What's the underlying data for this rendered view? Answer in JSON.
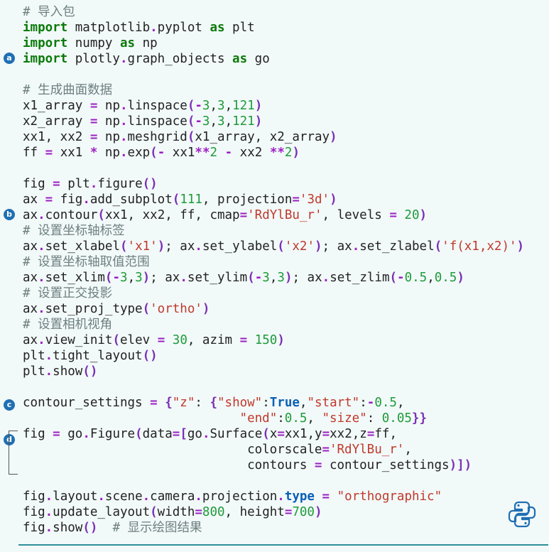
{
  "markers": {
    "a": "a",
    "b": "b",
    "c": "c",
    "d": "d"
  },
  "lines": [
    [
      [
        "cm",
        "# 导入包"
      ]
    ],
    [
      [
        "kw",
        "import"
      ],
      [
        "t",
        " matplotlib"
      ],
      [
        "op",
        "."
      ],
      [
        "t",
        "pyplot "
      ],
      [
        "kw",
        "as"
      ],
      [
        "t",
        " plt"
      ]
    ],
    [
      [
        "kw",
        "import"
      ],
      [
        "t",
        " numpy "
      ],
      [
        "kw",
        "as"
      ],
      [
        "t",
        " np"
      ]
    ],
    [
      [
        "kw",
        "import"
      ],
      [
        "t",
        " plotly"
      ],
      [
        "op",
        "."
      ],
      [
        "t",
        "graph_objects "
      ],
      [
        "kw",
        "as"
      ],
      [
        "t",
        " go"
      ]
    ],
    [],
    [
      [
        "cm",
        "# 生成曲面数据"
      ]
    ],
    [
      [
        "t",
        "x1_array "
      ],
      [
        "op",
        "="
      ],
      [
        "t",
        " np"
      ],
      [
        "op",
        "."
      ],
      [
        "t",
        "linspace"
      ],
      [
        "bl",
        "("
      ],
      [
        "op",
        "-"
      ],
      [
        "num",
        "3"
      ],
      [
        "t",
        ","
      ],
      [
        "num",
        "3"
      ],
      [
        "t",
        ","
      ],
      [
        "num",
        "121"
      ],
      [
        "bl",
        ")"
      ]
    ],
    [
      [
        "t",
        "x2_array "
      ],
      [
        "op",
        "="
      ],
      [
        "t",
        " np"
      ],
      [
        "op",
        "."
      ],
      [
        "t",
        "linspace"
      ],
      [
        "bl",
        "("
      ],
      [
        "op",
        "-"
      ],
      [
        "num",
        "3"
      ],
      [
        "t",
        ","
      ],
      [
        "num",
        "3"
      ],
      [
        "t",
        ","
      ],
      [
        "num",
        "121"
      ],
      [
        "bl",
        ")"
      ]
    ],
    [
      [
        "t",
        "xx1, xx2 "
      ],
      [
        "op",
        "="
      ],
      [
        "t",
        " np"
      ],
      [
        "op",
        "."
      ],
      [
        "t",
        "meshgrid"
      ],
      [
        "bl",
        "("
      ],
      [
        "t",
        "x1_array, x2_array"
      ],
      [
        "bl",
        ")"
      ]
    ],
    [
      [
        "t",
        "ff "
      ],
      [
        "op",
        "="
      ],
      [
        "t",
        " xx1 "
      ],
      [
        "op",
        "*"
      ],
      [
        "t",
        " np"
      ],
      [
        "op",
        "."
      ],
      [
        "t",
        "exp"
      ],
      [
        "bl",
        "("
      ],
      [
        "op",
        "-"
      ],
      [
        "t",
        " xx1"
      ],
      [
        "op",
        "**"
      ],
      [
        "num",
        "2"
      ],
      [
        "t",
        " "
      ],
      [
        "op",
        "-"
      ],
      [
        "t",
        " xx2 "
      ],
      [
        "op",
        "**"
      ],
      [
        "num",
        "2"
      ],
      [
        "bl",
        ")"
      ]
    ],
    [],
    [
      [
        "t",
        "fig "
      ],
      [
        "op",
        "="
      ],
      [
        "t",
        " plt"
      ],
      [
        "op",
        "."
      ],
      [
        "t",
        "figure"
      ],
      [
        "bl",
        "()"
      ]
    ],
    [
      [
        "t",
        "ax "
      ],
      [
        "op",
        "="
      ],
      [
        "t",
        " fig"
      ],
      [
        "op",
        "."
      ],
      [
        "t",
        "add_subplot"
      ],
      [
        "bl",
        "("
      ],
      [
        "num",
        "111"
      ],
      [
        "t",
        ", projection"
      ],
      [
        "op",
        "="
      ],
      [
        "str",
        "'3d'"
      ],
      [
        "bl",
        ")"
      ]
    ],
    [
      [
        "t",
        "ax"
      ],
      [
        "op",
        "."
      ],
      [
        "t",
        "contour"
      ],
      [
        "bl",
        "("
      ],
      [
        "t",
        "xx1, xx2, ff, cmap"
      ],
      [
        "op",
        "="
      ],
      [
        "str",
        "'RdYlBu_r'"
      ],
      [
        "t",
        ", levels "
      ],
      [
        "op",
        "="
      ],
      [
        "t",
        " "
      ],
      [
        "num",
        "20"
      ],
      [
        "bl",
        ")"
      ]
    ],
    [
      [
        "cm",
        "# 设置坐标轴标签"
      ]
    ],
    [
      [
        "t",
        "ax"
      ],
      [
        "op",
        "."
      ],
      [
        "t",
        "set_xlabel"
      ],
      [
        "bl",
        "("
      ],
      [
        "str",
        "'x1'"
      ],
      [
        "bl",
        ")"
      ],
      [
        "t",
        "; ax"
      ],
      [
        "op",
        "."
      ],
      [
        "t",
        "set_ylabel"
      ],
      [
        "bl",
        "("
      ],
      [
        "str",
        "'x2'"
      ],
      [
        "bl",
        ")"
      ],
      [
        "t",
        "; ax"
      ],
      [
        "op",
        "."
      ],
      [
        "t",
        "set_zlabel"
      ],
      [
        "bl",
        "("
      ],
      [
        "str",
        "'f(x1,x2)'"
      ],
      [
        "bl",
        ")"
      ]
    ],
    [
      [
        "cm",
        "# 设置坐标轴取值范围"
      ]
    ],
    [
      [
        "t",
        "ax"
      ],
      [
        "op",
        "."
      ],
      [
        "t",
        "set_xlim"
      ],
      [
        "bl",
        "("
      ],
      [
        "op",
        "-"
      ],
      [
        "num",
        "3"
      ],
      [
        "t",
        ","
      ],
      [
        "num",
        "3"
      ],
      [
        "bl",
        ")"
      ],
      [
        "t",
        "; ax"
      ],
      [
        "op",
        "."
      ],
      [
        "t",
        "set_ylim"
      ],
      [
        "bl",
        "("
      ],
      [
        "op",
        "-"
      ],
      [
        "num",
        "3"
      ],
      [
        "t",
        ","
      ],
      [
        "num",
        "3"
      ],
      [
        "bl",
        ")"
      ],
      [
        "t",
        "; ax"
      ],
      [
        "op",
        "."
      ],
      [
        "t",
        "set_zlim"
      ],
      [
        "bl",
        "("
      ],
      [
        "op",
        "-"
      ],
      [
        "num",
        "0.5"
      ],
      [
        "t",
        ","
      ],
      [
        "num",
        "0.5"
      ],
      [
        "bl",
        ")"
      ]
    ],
    [
      [
        "cm",
        "# 设置正交投影"
      ]
    ],
    [
      [
        "t",
        "ax"
      ],
      [
        "op",
        "."
      ],
      [
        "t",
        "set_proj_type"
      ],
      [
        "bl",
        "("
      ],
      [
        "str",
        "'ortho'"
      ],
      [
        "bl",
        ")"
      ]
    ],
    [
      [
        "cm",
        "# 设置相机视角"
      ]
    ],
    [
      [
        "t",
        "ax"
      ],
      [
        "op",
        "."
      ],
      [
        "t",
        "view_init"
      ],
      [
        "bl",
        "("
      ],
      [
        "t",
        "elev "
      ],
      [
        "op",
        "="
      ],
      [
        "t",
        " "
      ],
      [
        "num",
        "30"
      ],
      [
        "t",
        ", azim "
      ],
      [
        "op",
        "="
      ],
      [
        "t",
        " "
      ],
      [
        "num",
        "150"
      ],
      [
        "bl",
        ")"
      ]
    ],
    [
      [
        "t",
        "plt"
      ],
      [
        "op",
        "."
      ],
      [
        "t",
        "tight_layout"
      ],
      [
        "bl",
        "()"
      ]
    ],
    [
      [
        "t",
        "plt"
      ],
      [
        "op",
        "."
      ],
      [
        "t",
        "show"
      ],
      [
        "bl",
        "()"
      ]
    ],
    [],
    [
      [
        "t",
        "contour_settings "
      ],
      [
        "op",
        "="
      ],
      [
        "t",
        " "
      ],
      [
        "bl",
        "{"
      ],
      [
        "str",
        "\"z\""
      ],
      [
        "t",
        ": "
      ],
      [
        "bl",
        "{"
      ],
      [
        "str",
        "\"show\""
      ],
      [
        "t",
        ":"
      ],
      [
        "kw2",
        "True"
      ],
      [
        "t",
        ","
      ],
      [
        "str",
        "\"start\""
      ],
      [
        "t",
        ":"
      ],
      [
        "op",
        "-"
      ],
      [
        "num",
        "0.5"
      ],
      [
        "t",
        ","
      ]
    ],
    [
      [
        "t",
        "                             "
      ],
      [
        "str",
        "\"end\""
      ],
      [
        "t",
        ":"
      ],
      [
        "num",
        "0.5"
      ],
      [
        "t",
        ", "
      ],
      [
        "str",
        "\"size\""
      ],
      [
        "t",
        ": "
      ],
      [
        "num",
        "0.05"
      ],
      [
        "bl",
        "}}"
      ]
    ],
    [
      [
        "t",
        "fig "
      ],
      [
        "op",
        "="
      ],
      [
        "t",
        " go"
      ],
      [
        "op",
        "."
      ],
      [
        "t",
        "Figure"
      ],
      [
        "bl",
        "("
      ],
      [
        "t",
        "data"
      ],
      [
        "op",
        "="
      ],
      [
        "bl",
        "["
      ],
      [
        "t",
        "go"
      ],
      [
        "op",
        "."
      ],
      [
        "t",
        "Surface"
      ],
      [
        "bl",
        "("
      ],
      [
        "t",
        "x"
      ],
      [
        "op",
        "="
      ],
      [
        "t",
        "xx1,y"
      ],
      [
        "op",
        "="
      ],
      [
        "t",
        "xx2,z"
      ],
      [
        "op",
        "="
      ],
      [
        "t",
        "ff,"
      ]
    ],
    [
      [
        "t",
        "                              colorscale"
      ],
      [
        "op",
        "="
      ],
      [
        "str",
        "'RdYlBu_r'"
      ],
      [
        "t",
        ","
      ]
    ],
    [
      [
        "t",
        "                              contours "
      ],
      [
        "op",
        "="
      ],
      [
        "t",
        " contour_settings"
      ],
      [
        "bl",
        ")])"
      ]
    ],
    [],
    [
      [
        "t",
        "fig"
      ],
      [
        "op",
        "."
      ],
      [
        "t",
        "layout"
      ],
      [
        "op",
        "."
      ],
      [
        "t",
        "scene"
      ],
      [
        "op",
        "."
      ],
      [
        "t",
        "camera"
      ],
      [
        "op",
        "."
      ],
      [
        "t",
        "projection"
      ],
      [
        "op",
        "."
      ],
      [
        "kw2",
        "type"
      ],
      [
        "t",
        " "
      ],
      [
        "op",
        "="
      ],
      [
        "t",
        " "
      ],
      [
        "str",
        "\"orthographic\""
      ]
    ],
    [
      [
        "t",
        "fig"
      ],
      [
        "op",
        "."
      ],
      [
        "t",
        "update_layout"
      ],
      [
        "bl",
        "("
      ],
      [
        "t",
        "width"
      ],
      [
        "op",
        "="
      ],
      [
        "num",
        "800"
      ],
      [
        "t",
        ", height"
      ],
      [
        "op",
        "="
      ],
      [
        "num",
        "700"
      ],
      [
        "bl",
        ")"
      ]
    ],
    [
      [
        "t",
        "fig"
      ],
      [
        "op",
        "."
      ],
      [
        "t",
        "show"
      ],
      [
        "bl",
        "()"
      ],
      [
        "t",
        "  "
      ],
      [
        "cm",
        "# 显示绘图结果"
      ]
    ]
  ],
  "icons": {
    "language_logo": "python-logo-icon"
  }
}
